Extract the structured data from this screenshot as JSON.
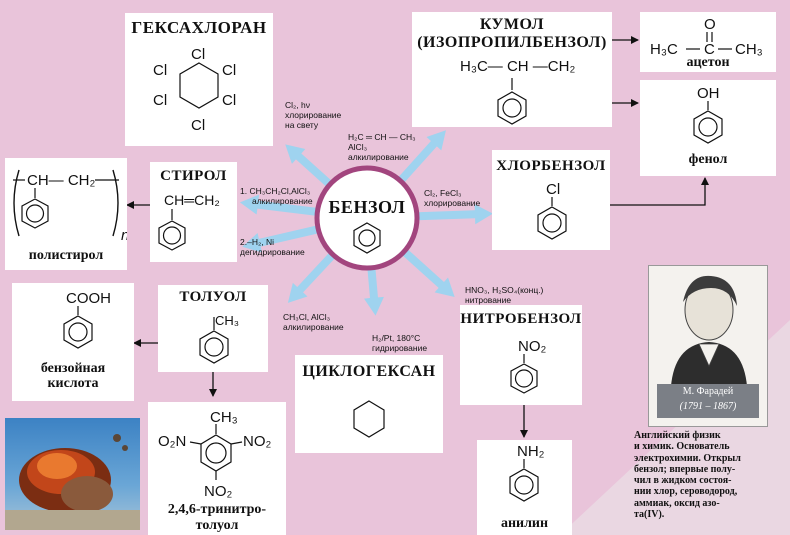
{
  "center": {
    "title": "БЕНЗОЛ"
  },
  "hexachlorane": {
    "title": "ГЕКСАХЛОРАН",
    "atom": "Cl"
  },
  "cumene": {
    "title_line1": "КУМОЛ",
    "title_line2": "(ИЗОПРОПИЛБЕНЗОЛ)",
    "chain": "H₃C— CH —CH₂"
  },
  "acetone": {
    "formula_left": "H₃C",
    "formula_center": "C",
    "formula_right": "CH₃",
    "oxygen": "O",
    "name": "ацетон"
  },
  "phenol": {
    "group": "OH",
    "name": "фенол"
  },
  "chlorobenzene": {
    "title": "ХЛОРБЕНЗОЛ",
    "group": "Cl"
  },
  "styrene": {
    "title": "СТИРОЛ",
    "group": "CH═CH₂"
  },
  "polystyrene": {
    "chain": "CH— CH₂",
    "index": "n",
    "name": "полистирол"
  },
  "toluene": {
    "title": "ТОЛУОЛ",
    "group": "CH₃"
  },
  "benzoic_acid": {
    "group": "COOH",
    "name_line1": "бензойная",
    "name_line2": "кислота"
  },
  "tnt": {
    "top_group": "CH₃",
    "left_group": "O₂N",
    "right_group": "NO₂",
    "bottom_group": "NO₂",
    "name_line1": "2,4,6-тринитро-",
    "name_line2": "толуол"
  },
  "cyclohexane": {
    "title": "ЦИКЛОГЕКСАН"
  },
  "nitrobenzene": {
    "title": "НИТРОБЕНЗОЛ",
    "group": "NO₂"
  },
  "aniline": {
    "group": "NH₂",
    "name": "анилин"
  },
  "reactions": {
    "chlorination": {
      "reagent": "Cl₂, hν",
      "line1": "хлорирование",
      "line2": "на свету"
    },
    "propene_alkylation": {
      "reagent1": "H₂C ═ CH — CH₃",
      "reagent2": "AlCl₃",
      "label": "алкилирование"
    },
    "fecl3_chlorination": {
      "reagent": "Cl₂, FeCl₃",
      "label": "хлорирование"
    },
    "ethyl_alkylation": {
      "reagent": "1. CH₃CH₂Cl,AlCl₃",
      "label": "алкилирование"
    },
    "dehydrogenation": {
      "reagent": "2.–H₂, Ni",
      "label": "дегидрирование"
    },
    "methyl_alkylation": {
      "reagent1": "CH₃Cl, AlCl₃",
      "label": "алкилирование"
    },
    "hydrogenation": {
      "reagent": "H₂/Pt, 180°C",
      "label": "гидрирование"
    },
    "nitration": {
      "reagent": "HNO₃, H₂SO₄(конц.)",
      "label": "нитрование"
    }
  },
  "faraday": {
    "name": "М. Фарадей",
    "years": "(1791 – 1867)",
    "caption": [
      "Английский физик",
      "и химик. Основатель",
      "электрохимии. Открыл",
      "бензол; впервые полу-",
      "чил в жидком состоя-",
      "нии хлор, сероводород,",
      "аммиак, оксид азо-",
      "та(IV)."
    ]
  },
  "colors": {
    "background": "#e9c4da",
    "arrow": "#9fd3ef",
    "ring": "#a2457e",
    "box": "#ffffff"
  }
}
